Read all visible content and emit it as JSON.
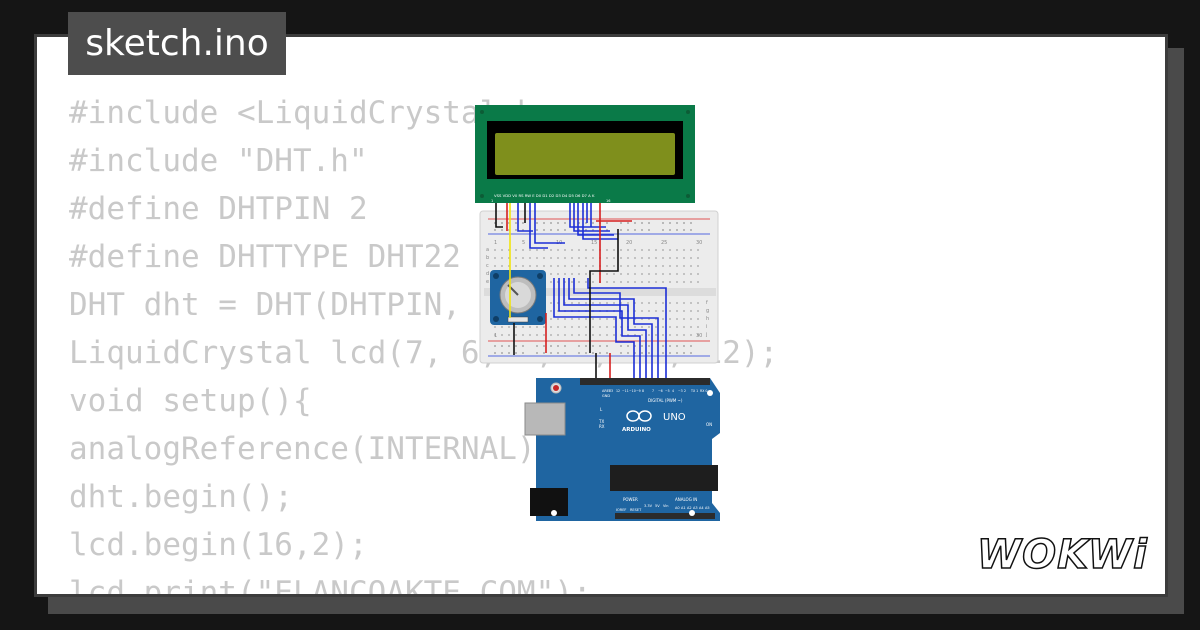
{
  "tab": {
    "filename": "sketch.ino"
  },
  "code": {
    "lines": [
      "#include <LiquidCrystal.h>",
      "#include \"DHT.h\"",
      "#define DHTPIN 2",
      "#define DHTTYPE DHT22",
      "DHT dht = DHT(DHTPIN, DHTTYPE);",
      "LiquidCrystal lcd(7, 6, 5, 4, 11, 12);",
      "void setup(){",
      "analogReference(INTERNAL);",
      "dht.begin();",
      "lcd.begin(16,2);",
      "lcd.print(\"ELANCOAKTE.COM\");"
    ]
  },
  "diagram": {
    "lcd_pins": "VSS VDD V0 RS RW E D0 D1 D2 D3 D4 D5 D6 D7 A K",
    "lcd_pin_first": "1",
    "lcd_pin_last": "16",
    "breadboard_numbers": [
      "1",
      "5",
      "10",
      "15",
      "20",
      "25",
      "30"
    ],
    "breadboard_rows_top": [
      "a",
      "b",
      "c",
      "d",
      "e"
    ],
    "breadboard_rows_bottom": [
      "f",
      "g",
      "h",
      "i",
      "j"
    ],
    "arduino_brand": "ARDUINO",
    "arduino_model": "UNO",
    "arduino_digital_label": "DIGITAL (PWM ~)",
    "arduino_analog_label": "ANALOG IN",
    "arduino_power_label": "POWER",
    "arduino_tx": "TX",
    "arduino_rx": "RX",
    "arduino_l": "L",
    "arduino_on": "ON",
    "arduino_aref": "AREF",
    "arduino_gnd": "GND",
    "arduino_ioref": "IOREF",
    "arduino_reset": "RESET",
    "arduino_3v3": "3.3V",
    "arduino_5v": "5V",
    "arduino_vin": "Vin",
    "arduino_analog_pins": [
      "A0",
      "A1",
      "A2",
      "A3",
      "A4",
      "A5"
    ],
    "arduino_digital_pins": [
      "13",
      "12",
      "~11",
      "~10",
      "~9",
      "8",
      "7",
      "~6",
      "~5",
      "4",
      "~3",
      "2",
      "TX 1",
      "RX 0"
    ]
  },
  "brand": {
    "logo": "WOKWi"
  },
  "colors": {
    "background": "#151515",
    "card": "#ffffff",
    "tab": "#4d4d4d",
    "code_text": "#c9c9c9",
    "lcd_pcb": "#0a7a48",
    "lcd_screen": "#7f8f1c",
    "arduino_board": "#1f65a1",
    "wire_blue": "#1c2ed6",
    "wire_red": "#d61f1f",
    "wire_black": "#111111",
    "wire_yellow": "#f1e40e"
  }
}
